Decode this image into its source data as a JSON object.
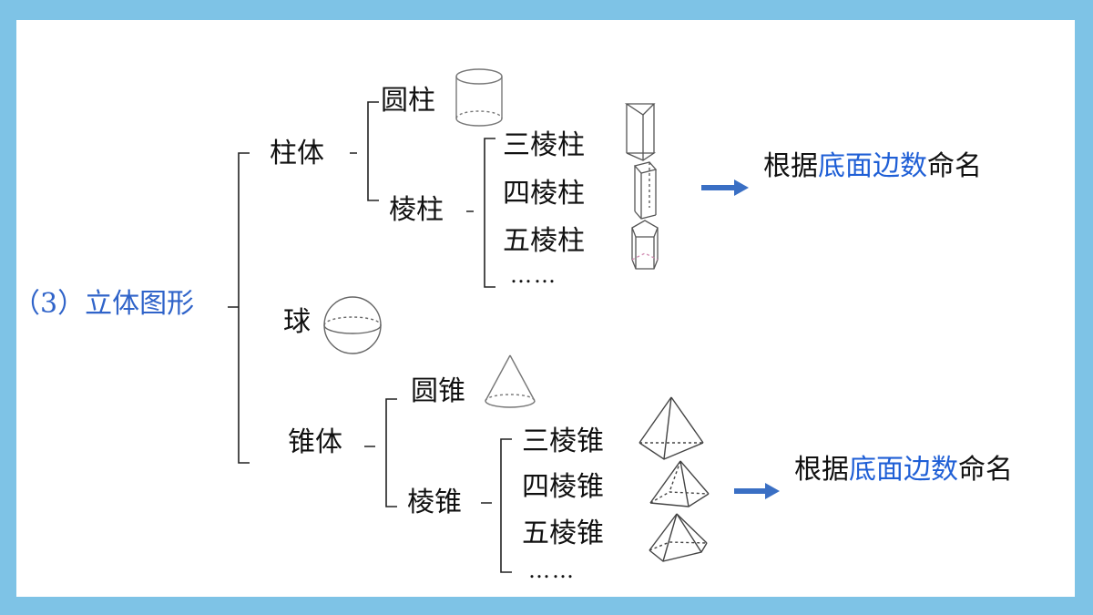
{
  "root": {
    "label": "（3）立体图形"
  },
  "branches": {
    "prism_family": {
      "label": "柱体",
      "cylinder": "圆柱",
      "prism": {
        "label": "棱柱",
        "items": [
          "三棱柱",
          "四棱柱",
          "五棱柱",
          "……"
        ]
      }
    },
    "sphere": {
      "label": "球"
    },
    "pyramid_family": {
      "label": "锥体",
      "cone": "圆锥",
      "pyramid": {
        "label": "棱锥",
        "items": [
          "三棱锥",
          "四棱锥",
          "五棱锥",
          "……"
        ]
      }
    }
  },
  "notes": {
    "prism": {
      "pre": "根据",
      "highlight": "底面边数",
      "post": "命名"
    },
    "pyramid": {
      "pre": "根据",
      "highlight": "底面边数",
      "post": "命名"
    }
  },
  "colors": {
    "frame": "#7ec3e6",
    "root_text": "#2f63c9",
    "highlight": "#1f5fd6",
    "arrow": "#3a6fc4"
  }
}
